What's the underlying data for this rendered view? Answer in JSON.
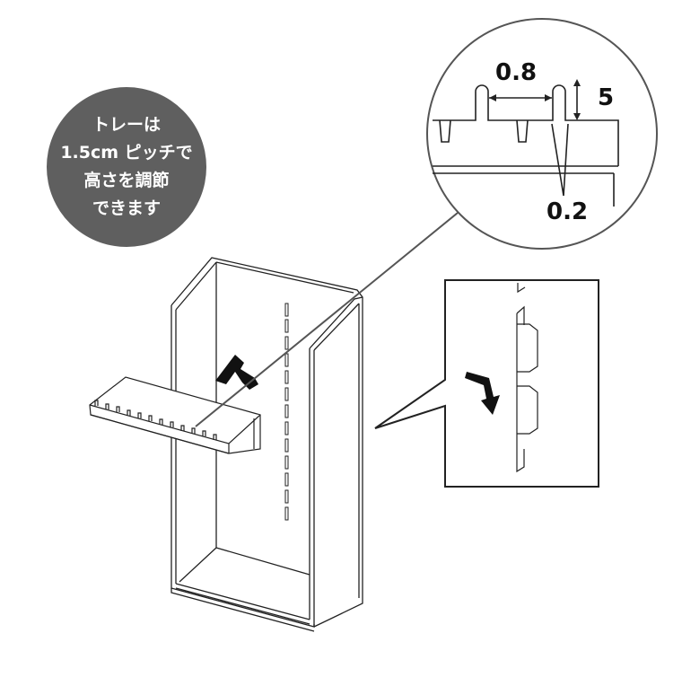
{
  "callout_bubble": {
    "lines": [
      "トレーは",
      "1.5cm ピッチで",
      "高さを調節",
      "できます"
    ],
    "background": "#5f5f5f",
    "text_color": "#ffffff"
  },
  "detail_circle": {
    "gap_label": "0.8",
    "height_label": "5",
    "thickness_label": "0.2"
  },
  "detail_box": {
    "arrow_direction": "down"
  },
  "main_illustration": {
    "subject": "cabinet-with-adjustable-tray",
    "slot_count": 14,
    "arrow_direction": "up"
  },
  "colors": {
    "line": "#222222",
    "callout_line": "#555555",
    "background": "#ffffff"
  }
}
